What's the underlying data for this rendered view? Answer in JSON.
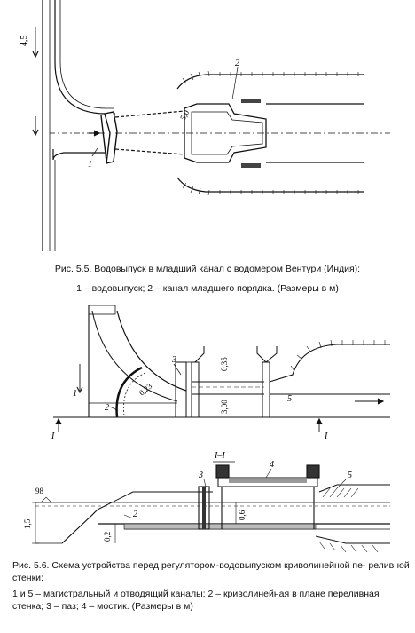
{
  "fig55": {
    "dim_vertical": "4,5",
    "dim_diag": "5,0",
    "label_1": "1",
    "label_2": "2",
    "caption_title": "Рис. 5.5. Водовыпуск в младший канал с водомером Вентури (Индия):",
    "caption_legend": "1 – водовыпуск; 2 – канал младшего порядка. (Размеры в м)"
  },
  "fig56": {
    "dim_023": "0,23",
    "dim_035": "0,35",
    "dim_300": "3,00",
    "label_1": "1",
    "label_2": "2",
    "label_3": "3",
    "label_5": "5",
    "section_mark_left": "I",
    "section_mark_right": "I",
    "section_title": "I–I",
    "label_4": "4",
    "label_3b": "3",
    "label_5b": "5",
    "label_2b": "2",
    "label_98": "98",
    "dim_15": "1,5",
    "dim_02": "0,2",
    "dim_06": "0,6",
    "caption_title": "Рис. 5.6. Схема устройства перед регулятором-водовыпуском криволинейной пе- реливной стенки:",
    "caption_legend": "1 и 5 – магистральный и отводящий каналы; 2 – криволинейная в плане переливная стенка; 3 – паз; 4 – мостик. (Размеры в м)"
  }
}
